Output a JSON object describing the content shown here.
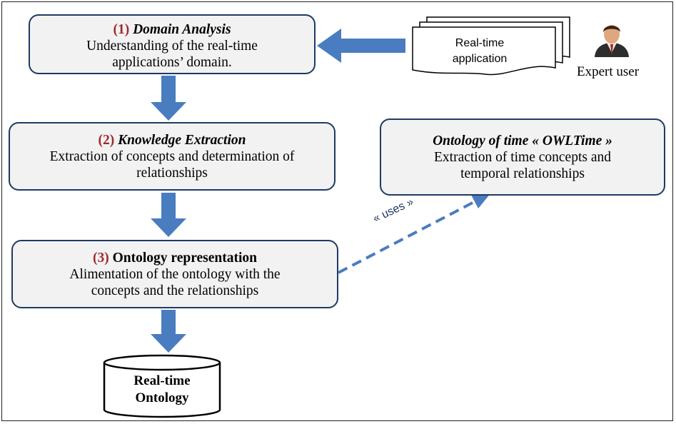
{
  "step1": {
    "num": "(1)",
    "title": "Domain Analysis",
    "desc1": "Understanding of the real-time",
    "desc2": "applications’ domain."
  },
  "step2": {
    "num": "(2)",
    "title": "Knowledge Extraction",
    "desc1": "Extraction of concepts and determination of",
    "desc2": "relationships"
  },
  "step3": {
    "num": "(3)",
    "title": "Ontology representation",
    "desc1": "Alimentation of the ontology with the",
    "desc2": "concepts and the relationships"
  },
  "owl": {
    "title": "Ontology of time « OWLTime »",
    "desc1": "Extraction of time concepts and",
    "desc2": "temporal relationships"
  },
  "doc": {
    "line1": "Real-time",
    "line2": "application"
  },
  "expert": {
    "label": "Expert user"
  },
  "uses_label": "« uses »",
  "database": {
    "line1": "Real-time",
    "line2": "Ontology"
  },
  "colors": {
    "arrow": "#4a7cc0",
    "border": "#1f3a63",
    "step_number": "#a3282a",
    "box_fill": "#f2f2f2"
  }
}
